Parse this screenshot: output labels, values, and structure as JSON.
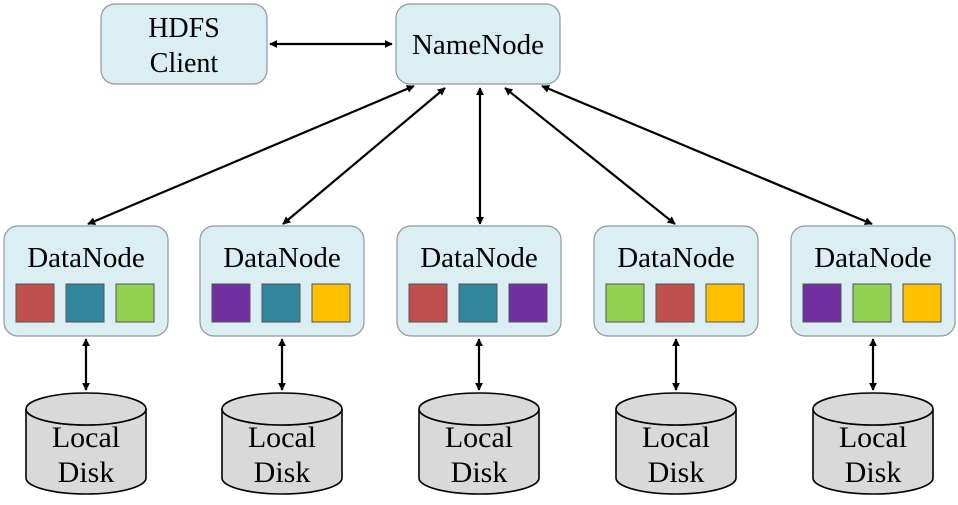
{
  "client": {
    "line1": "HDFS",
    "line2": "Client"
  },
  "namenode": {
    "label": "NameNode"
  },
  "datanodes": [
    {
      "label": "DataNode",
      "blocks": [
        "red",
        "teal",
        "green"
      ]
    },
    {
      "label": "DataNode",
      "blocks": [
        "purple",
        "teal",
        "yellow"
      ]
    },
    {
      "label": "DataNode",
      "blocks": [
        "red",
        "teal",
        "purple"
      ]
    },
    {
      "label": "DataNode",
      "blocks": [
        "green",
        "red",
        "yellow"
      ]
    },
    {
      "label": "DataNode",
      "blocks": [
        "purple",
        "green",
        "yellow"
      ]
    }
  ],
  "disks": [
    {
      "line1": "Local",
      "line2": "Disk"
    },
    {
      "line1": "Local",
      "line2": "Disk"
    },
    {
      "line1": "Local",
      "line2": "Disk"
    },
    {
      "line1": "Local",
      "line2": "Disk"
    },
    {
      "line1": "Local",
      "line2": "Disk"
    }
  ],
  "colors": {
    "node_fill": "#daeef3",
    "node_stroke": "#8c9aa0",
    "disk_fill": "#d9d9d9",
    "arrow": "#000000",
    "red": "#c0504d",
    "teal": "#31859c",
    "green": "#92d050",
    "purple": "#7030a0",
    "yellow": "#ffc000"
  }
}
